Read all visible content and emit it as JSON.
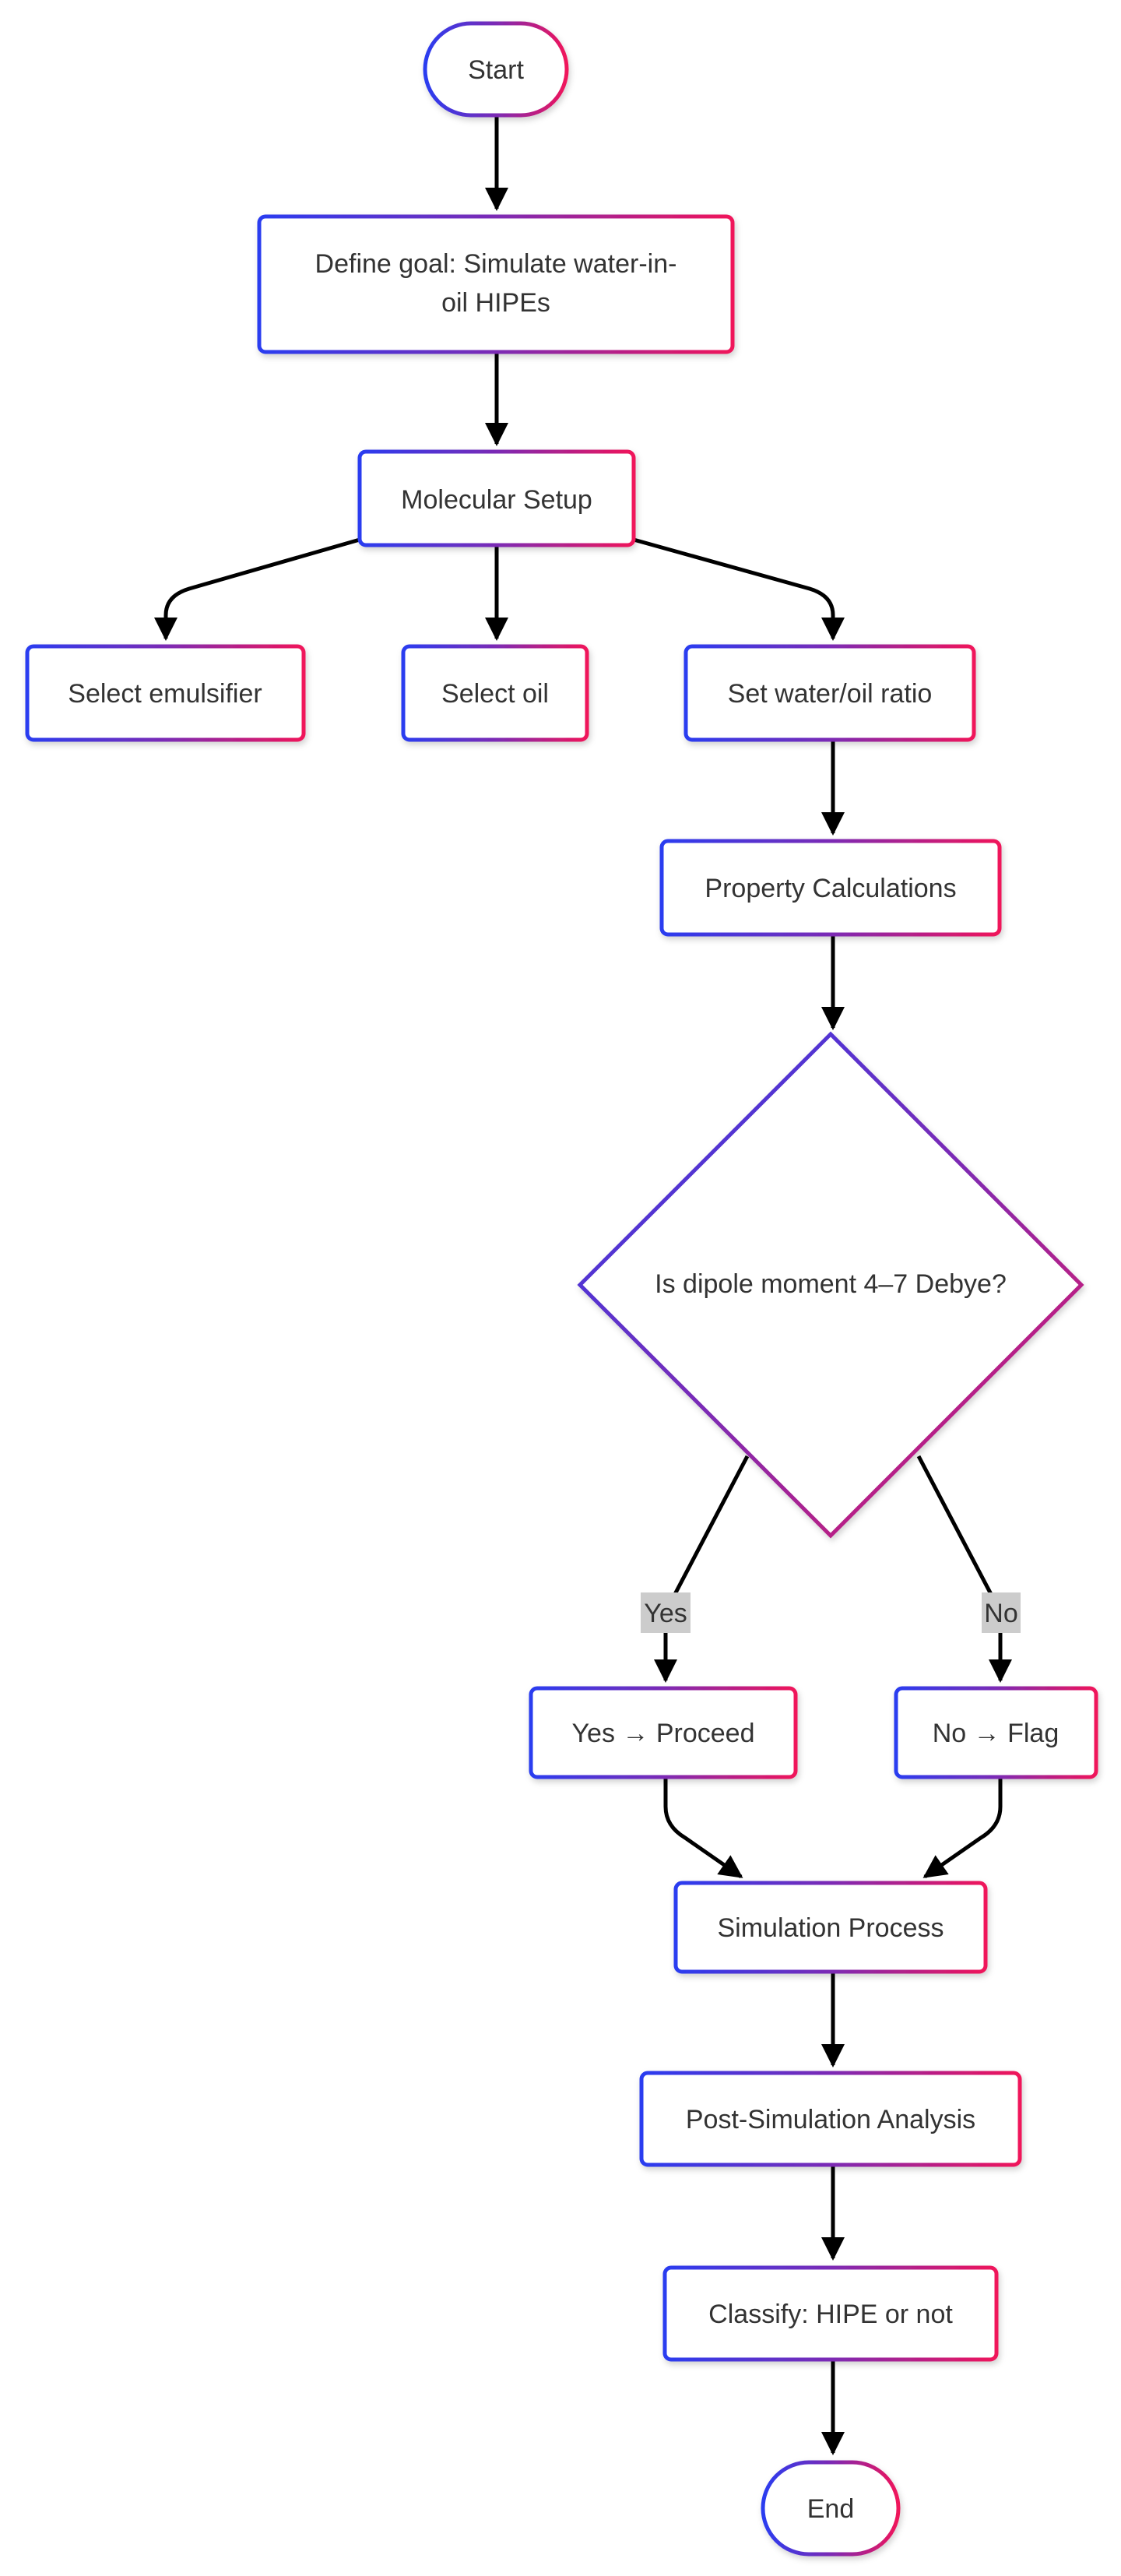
{
  "colors": {
    "gradient_start": "#2a3cf0",
    "gradient_mid": "#7b2bb5",
    "gradient_end": "#f0145a",
    "edge": "#000000",
    "edge_label_bg": "#cccccc",
    "text": "#333333"
  },
  "nodes": {
    "start": "Start",
    "define_goal_line1": "Define goal: Simulate water-in-",
    "define_goal_line2": "oil HIPEs",
    "molecular_setup": "Molecular Setup",
    "select_emulsifier": "Select emulsifier",
    "select_oil": "Select oil",
    "set_ratio": "Set water/oil ratio",
    "property_calculations": "Property Calculations",
    "decision": "Is dipole moment 4–7 Debye?",
    "yes_proceed": "Yes → Proceed",
    "no_flag": "No → Flag",
    "simulation_process": "Simulation Process",
    "post_analysis": "Post-Simulation Analysis",
    "classify": "Classify: HIPE or not",
    "end": "End"
  },
  "edge_labels": {
    "yes": "Yes",
    "no": "No"
  }
}
